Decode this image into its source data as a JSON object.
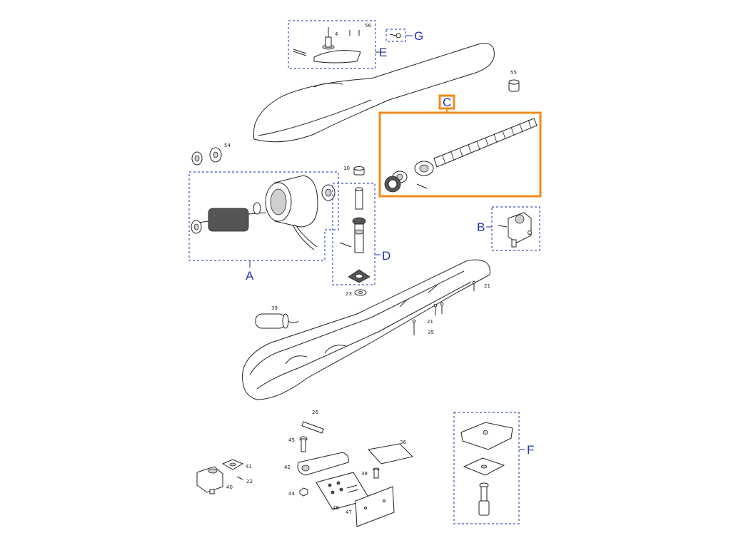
{
  "groups": {
    "A": "A",
    "B": "B",
    "C": "C",
    "D": "D",
    "E": "E",
    "F": "F",
    "G": "G"
  },
  "part_numbers": {
    "p4": "4",
    "p56": "56",
    "p55": "55",
    "p54": "54",
    "p10": "10",
    "p23": "23",
    "p39": "39",
    "p21a": "21",
    "p21b": "21",
    "p35": "35",
    "p26": "26",
    "p45": "45",
    "p36": "36",
    "p42": "42",
    "p38": "38",
    "p44": "44",
    "p46": "46",
    "p47": "47",
    "p41": "41",
    "p40": "40",
    "p22": "22"
  },
  "colors": {
    "callout_text": "#2433b8",
    "group_box": "#3b4fc4",
    "highlight_box": "#f08a1c",
    "line_art": "#222222"
  }
}
